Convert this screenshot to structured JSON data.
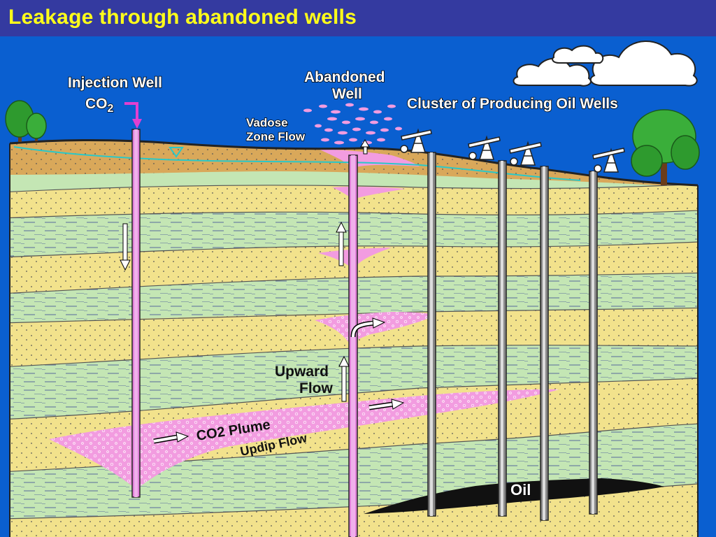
{
  "title": "Leakage through abandoned wells",
  "labels": {
    "injection_well": "Injection Well",
    "co2_injection": "CO",
    "co2_injection_sub": "2",
    "abandoned_well_line1": "Abandoned",
    "abandoned_well_line2": "Well",
    "cluster": "Cluster of Producing Oil Wells",
    "vadose_line1": "Vadose",
    "vadose_line2": "Zone Flow",
    "upward_line1": "Upward",
    "upward_line2": "Flow",
    "plume": "CO2 Plume",
    "updip": "Updip Flow",
    "oil": "Oil"
  },
  "colors": {
    "sky": "#0a5fd0",
    "title_bar": "#343aa0",
    "title_text": "#ffff1a",
    "sand_layer": "#f2e28c",
    "shale_layer": "#c4e6b4",
    "soil": "#d9a85a",
    "co2_plume": "#f29ce0",
    "oil": "#111111",
    "water_table": "#2ac8c8"
  }
}
